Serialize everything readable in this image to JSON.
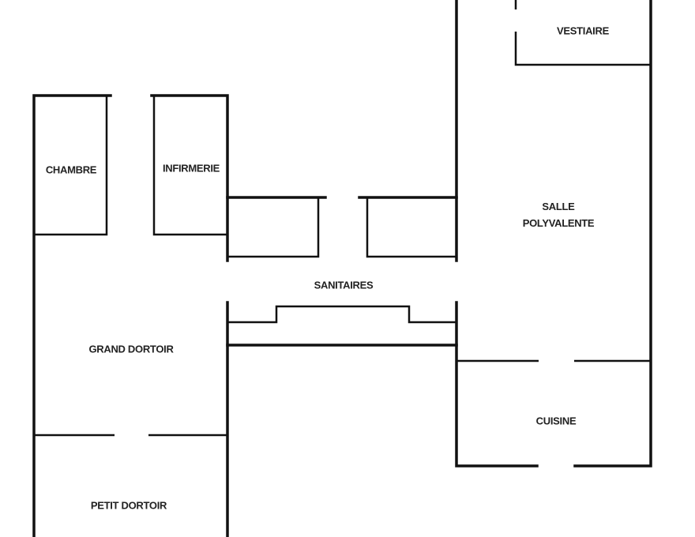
{
  "rooms": {
    "vestiaire": "VESTIAIRE",
    "chambre": "CHAMBRE",
    "infirmerie": "INFIRMERIE",
    "salle_polyvalente_line1": "SALLE",
    "salle_polyvalente_line2": "POLYVALENTE",
    "sanitaires": "SANITAIRES",
    "grand_dortoir": "GRAND DORTOIR",
    "cuisine": "CUISINE",
    "petit_dortoir": "PETIT DORTOIR"
  }
}
